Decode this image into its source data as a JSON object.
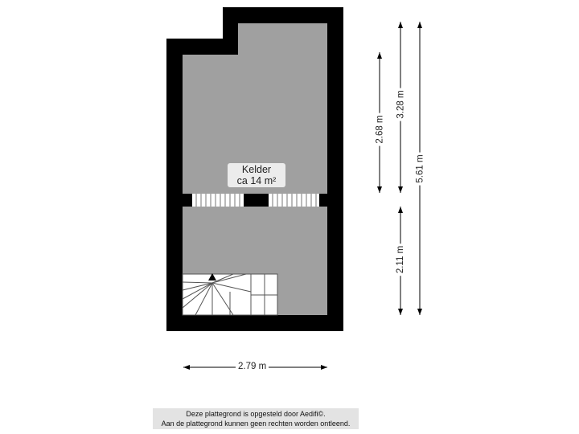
{
  "room": {
    "name": "Kelder",
    "area": "ca 14 m²"
  },
  "dimensions": {
    "width": "2.79 m",
    "height_upper": "2.68 m",
    "height_mid": "3.28 m",
    "height_total": "5.61 m",
    "height_lower": "2.11 m"
  },
  "footer": {
    "line1": "Deze plattegrond is opgesteld door Aedifi©.",
    "line2": "Aan de plattegrond kunnen geen rechten worden ontleend."
  },
  "colors": {
    "wall": "#000000",
    "floor": "#a0a0a0",
    "background": "#ffffff"
  }
}
